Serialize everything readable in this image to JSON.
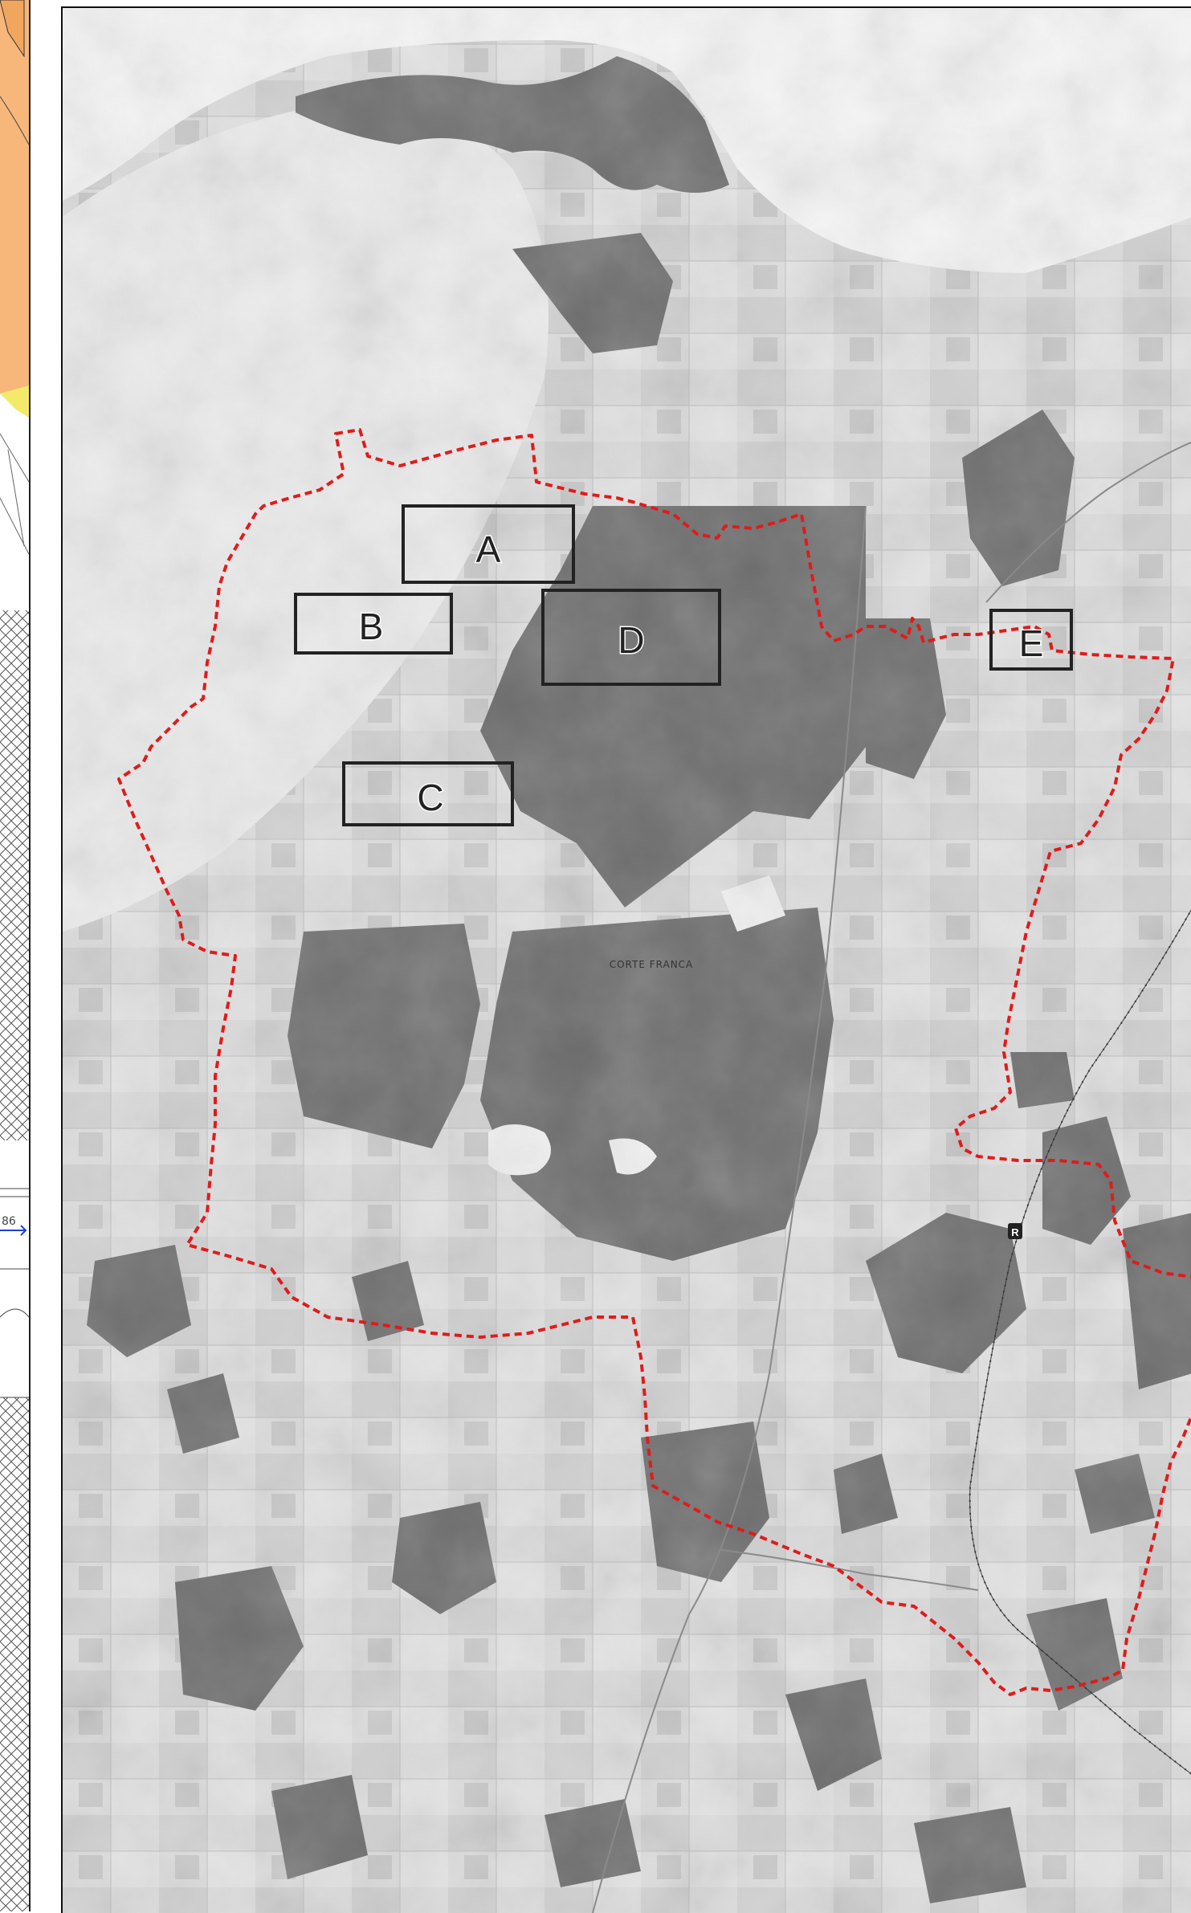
{
  "map": {
    "place_label": "CORTE FRANCA",
    "rail_marker_label": "R",
    "area_boxes": [
      {
        "id": "A",
        "label": "A"
      },
      {
        "id": "B",
        "label": "B"
      },
      {
        "id": "C",
        "label": "C"
      },
      {
        "id": "D",
        "label": "D"
      },
      {
        "id": "E",
        "label": "E"
      }
    ]
  },
  "left_panel": {
    "road_number": "86"
  },
  "colors": {
    "boundary": "#e01b1b",
    "box_stroke": "#222222",
    "dark_land": "#6e6e6e",
    "light_land": "#d9d9d9",
    "lake": "#f4f4f4",
    "orange_zone": "#f7b67a"
  }
}
